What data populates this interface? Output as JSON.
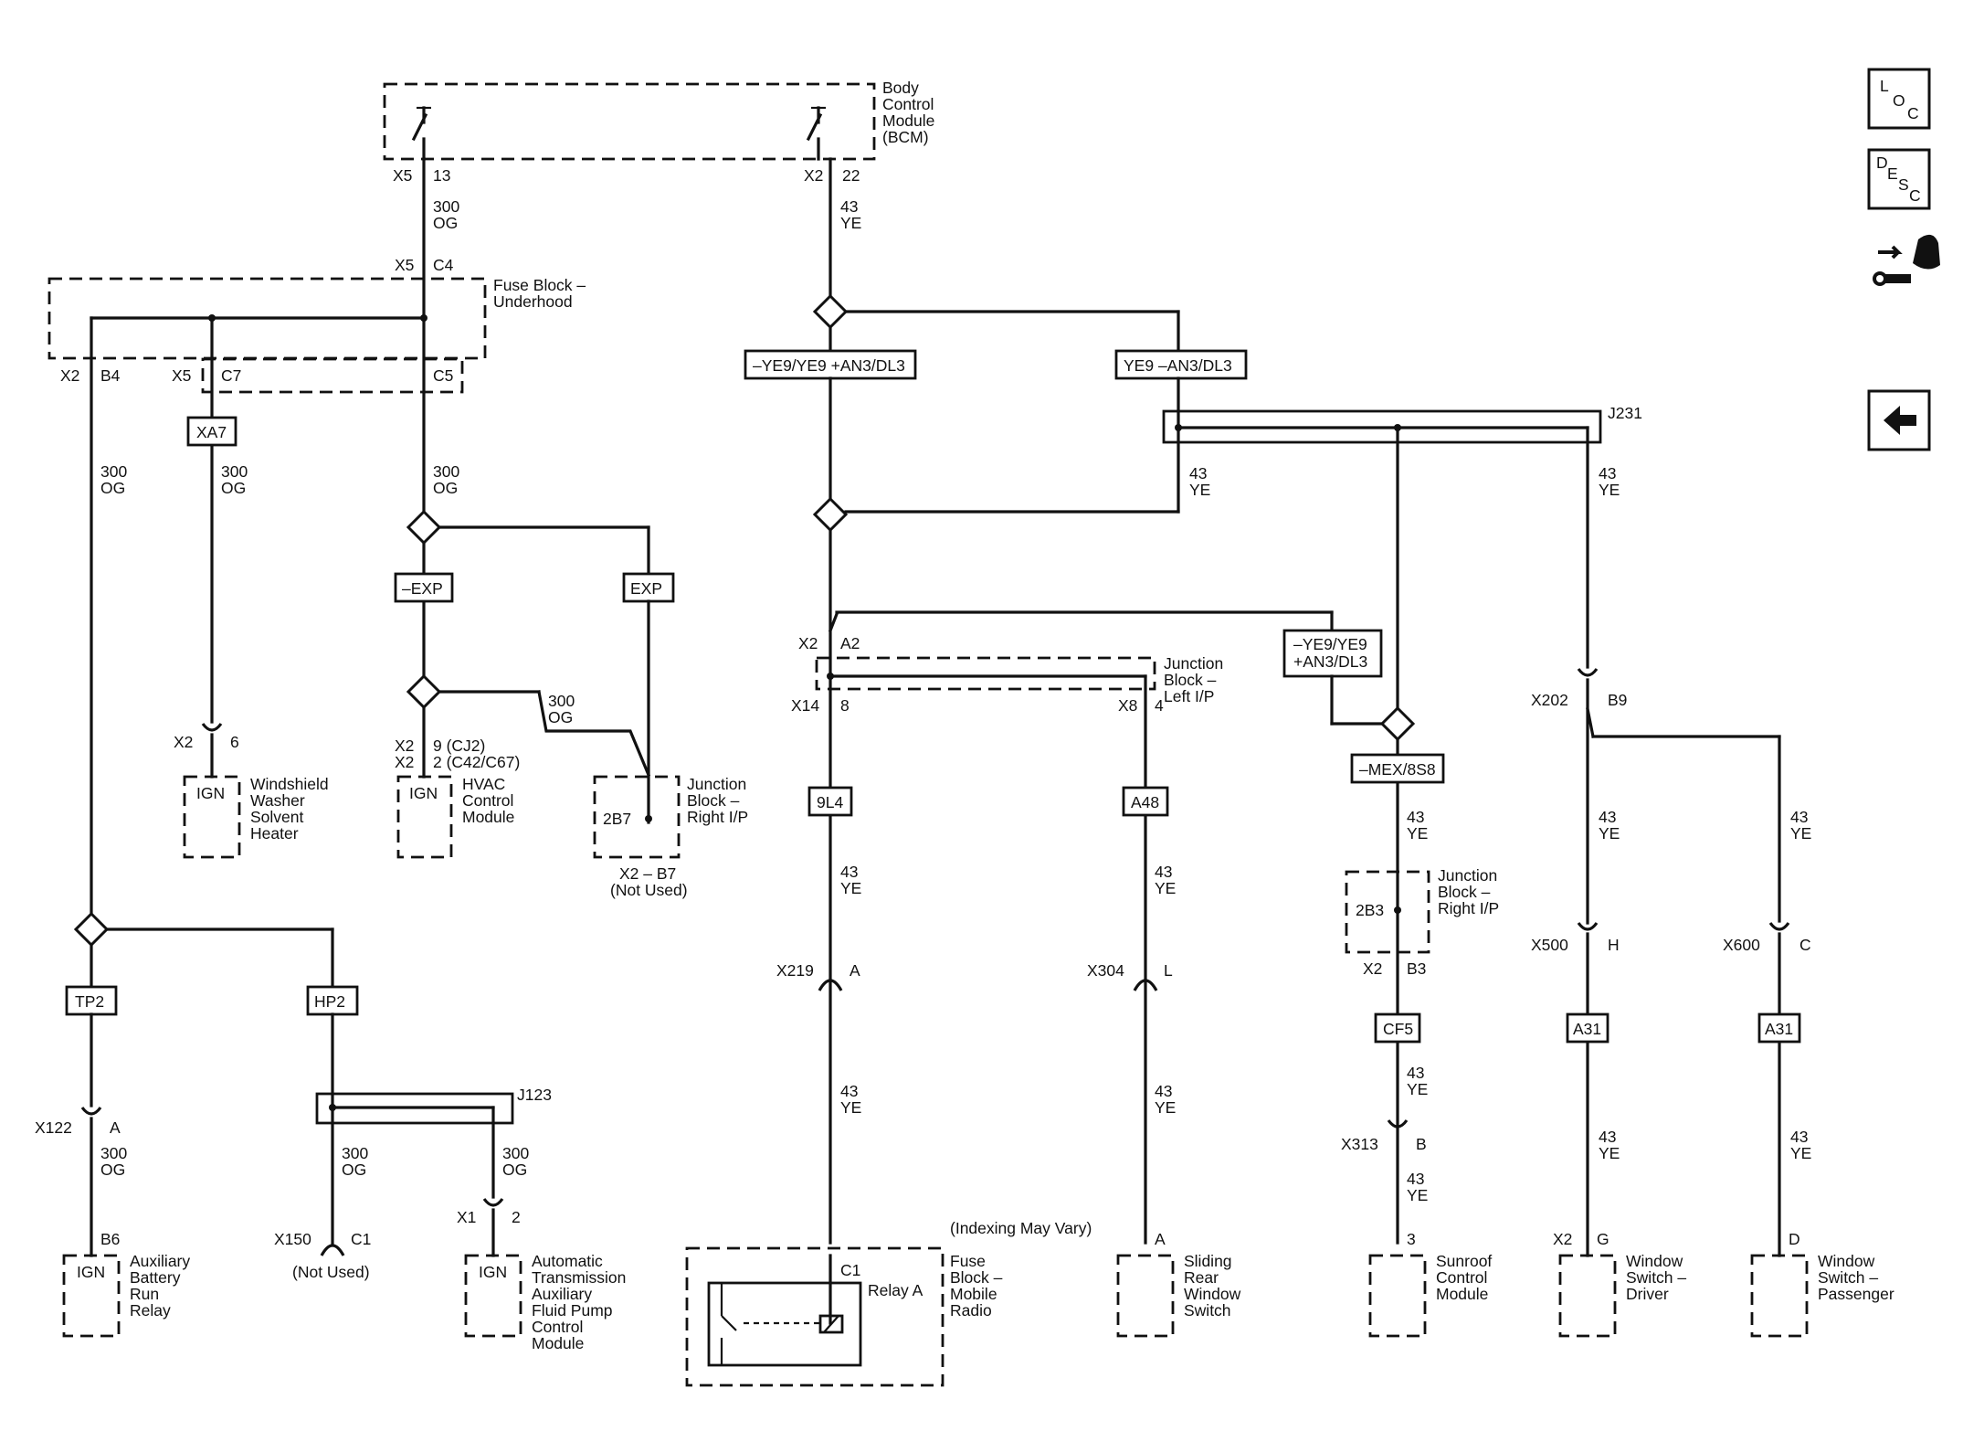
{
  "modules": {
    "bcm": [
      "Body",
      "Control",
      "Module",
      "(BCM)"
    ],
    "fuse_block_underhood": [
      "Fuse Block –",
      "Underhood"
    ],
    "windshield_washer_heater": [
      "Windshield",
      "Washer",
      "Solvent",
      "Heater"
    ],
    "hvac_module": [
      "HVAC",
      "Control",
      "Module"
    ],
    "junction_block_right_ip": [
      "Junction",
      "Block –",
      "Right I/P"
    ],
    "junction_block_left_ip": [
      "Junction",
      "Block –",
      "Left I/P"
    ],
    "junction_block_right_ip_2": [
      "Junction",
      "Block –",
      "Right I/P"
    ],
    "aux_battery_run_relay": [
      "Auxiliary",
      "Battery",
      "Run",
      "Relay"
    ],
    "auto_trans_aux_pump": [
      "Automatic",
      "Transmission",
      "Auxiliary",
      "Fluid Pump",
      "Control",
      "Module"
    ],
    "fuse_block_mobile_radio": [
      "Fuse",
      "Block –",
      "Mobile",
      "Radio"
    ],
    "sliding_rear_window_switch": [
      "Sliding",
      "Rear",
      "Window",
      "Switch"
    ],
    "sunroof_control_module": [
      "Sunroof",
      "Control",
      "Module"
    ],
    "window_switch_driver": [
      "Window",
      "Switch –",
      "Driver"
    ],
    "window_switch_passenger": [
      "Window",
      "Switch –",
      "Passenger"
    ]
  },
  "wires": {
    "bcm_x5_13": [
      "300",
      "OG"
    ],
    "bcm_x2_22": [
      "43",
      "YE"
    ],
    "c5_down": [
      "300",
      "OG"
    ],
    "b4_down": [
      "300",
      "OG"
    ],
    "c7_down": [
      "300",
      "OG"
    ],
    "hvac_to_jb": [
      "300",
      "OG"
    ],
    "j123_left": [
      "300",
      "OG"
    ],
    "j123_right": [
      "300",
      "OG"
    ],
    "x122_a": [
      "300",
      "OG"
    ],
    "j231_left": [
      "43",
      "YE"
    ],
    "j231_right": [
      "43",
      "YE"
    ],
    "x219_above": [
      "43",
      "YE"
    ],
    "x219_below": [
      "43",
      "YE"
    ],
    "x304_above": [
      "43",
      "YE"
    ],
    "x304_below": [
      "43",
      "YE"
    ],
    "mex_below": [
      "43",
      "YE"
    ],
    "cf5_below": [
      "43",
      "YE"
    ],
    "x313_below": [
      "43",
      "YE"
    ],
    "b9_down": [
      "43",
      "YE"
    ],
    "b9_branch": [
      "43",
      "YE"
    ],
    "a31_driver": [
      "43",
      "YE"
    ],
    "a31_pass": [
      "43",
      "YE"
    ]
  },
  "connectors": {
    "x5": "X5",
    "pin13": "13",
    "x2_top": "X2",
    "pin22": "22",
    "x5_c4": "X5",
    "c4": "C4",
    "x2_b4": "X2",
    "b4": "B4",
    "x5_c7": "X5",
    "c7": "C7",
    "c5": "C5",
    "x2_6": "X2",
    "pin6": "6",
    "x2_hvac1": "X2",
    "hvac_pin1": "9 (CJ2)",
    "x2_hvac2": "X2",
    "hvac_pin2": "2 (C42/C67)",
    "x2_b7": "X2 – B7",
    "not_used_1": "(Not Used)",
    "x2_a2": "X2",
    "a2": "A2",
    "x14": "X14",
    "pin8": "8",
    "x8": "X8",
    "pin4": "4",
    "x219": "X219",
    "x219_pin": "A",
    "x304": "X304",
    "x304_pin": "L",
    "x2_b3": "X2",
    "b3": "B3",
    "x313": "X313",
    "x313_pin": "B",
    "pin3": "3",
    "x202": "X202",
    "b9": "B9",
    "x500": "X500",
    "h": "H",
    "x600": "X600",
    "c": "C",
    "x2_g": "X2",
    "g": "G",
    "d": "D",
    "a_sliding": "A",
    "x122": "X122",
    "x122_pin": "A",
    "b6": "B6",
    "x150": "X150",
    "c1_x150": "C1",
    "not_used_2": "(Not Used)",
    "x1": "X1",
    "x1_pin": "2",
    "c1_radio": "C1",
    "indexing": "(Indexing May Vary)",
    "relay_a": "Relay A",
    "j123": "J123",
    "j231": "J231",
    "ign": "IGN"
  },
  "options": {
    "exp_neg": "–EXP",
    "exp": "EXP",
    "ye9_neg": "–YE9/YE9 +AN3/DL3",
    "ye9": "YE9 –AN3/DL3",
    "ye9_box": [
      "–YE9/YE9",
      "+AN3/DL3"
    ],
    "mex": "–MEX/8S8",
    "xa7": "XA7",
    "tp2": "TP2",
    "hp2": "HP2",
    "9l4": "9L4",
    "a48": "A48",
    "cf5": "CF5",
    "a31": "A31",
    "2b7": "2B7",
    "2b3": "2B3"
  },
  "nav": {
    "loc": [
      "L",
      "O",
      "C"
    ],
    "desc": [
      "D",
      "E",
      "S",
      "C"
    ]
  }
}
